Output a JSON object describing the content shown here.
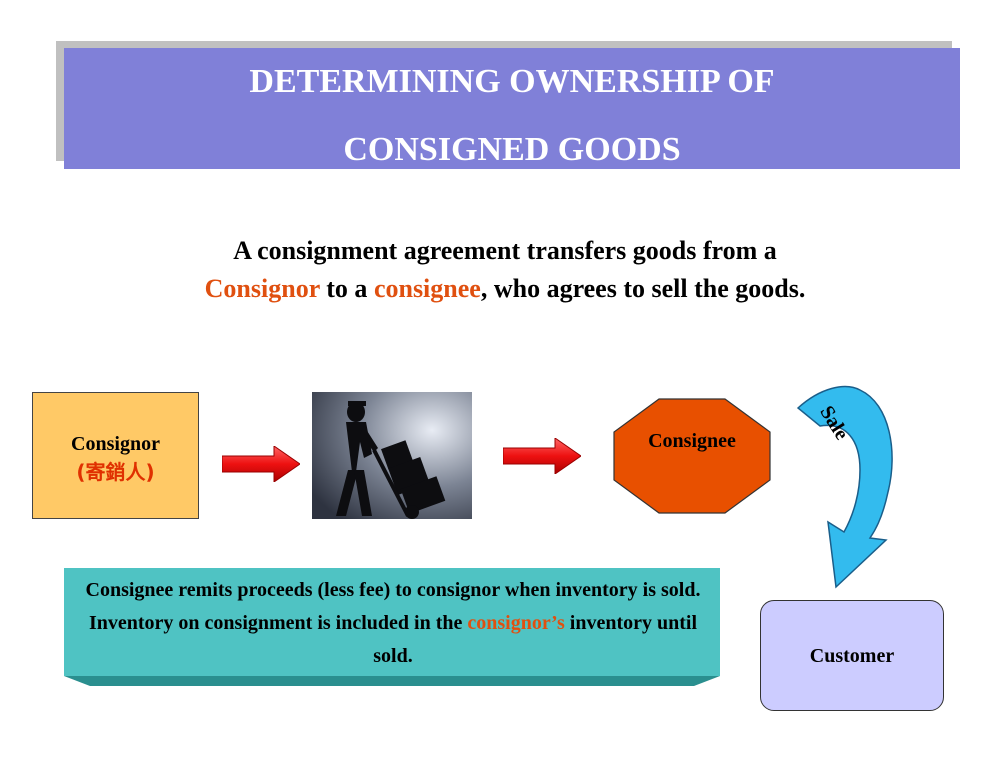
{
  "title": {
    "line1": "DETERMINING OWNERSHIP OF",
    "line2": "CONSIGNED GOODS"
  },
  "subtitle": {
    "part1": "A consignment agreement transfers goods from a",
    "consignor": "Consignor",
    "part2": " to a ",
    "consignee": "consignee",
    "part3": ", who agrees to sell the goods."
  },
  "consignor_box": {
    "label": "Consignor",
    "chinese": "(寄銷人)"
  },
  "consignee_label": "Consignee",
  "sale_label": "Sale",
  "customer_label": "Customer",
  "note": {
    "part1": "Consignee remits proceeds (less fee) to consignor when inventory is sold.  Inventory on consignment is included in the ",
    "highlight": "consignor’s",
    "part2": " inventory until sold."
  },
  "colors": {
    "title_bg": "#8080d8",
    "accent_orange": "#e05010",
    "consignor_bg": "#ffc966",
    "consignee_bg": "#e85000",
    "arrow_red": "#ee2222",
    "sale_blue": "#33bbee",
    "customer_bg": "#ccccff",
    "note_bg": "#4fc3c3"
  }
}
